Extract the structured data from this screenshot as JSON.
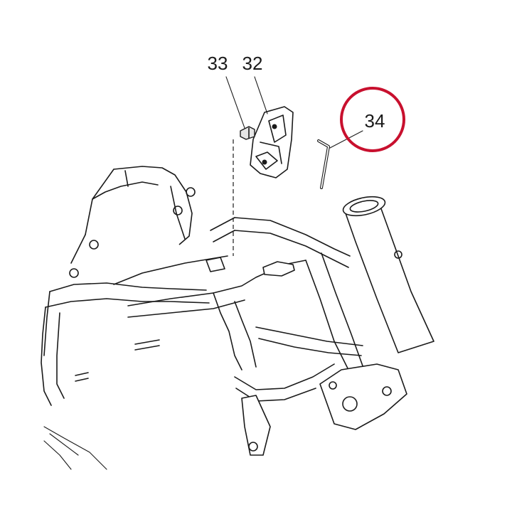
{
  "diagram": {
    "callouts": [
      {
        "id": "33",
        "label": "33"
      },
      {
        "id": "32",
        "label": "32"
      },
      {
        "id": "34",
        "label": "34"
      }
    ],
    "highlight_color": "#c8102e",
    "line_color": "#1a1a1a",
    "highlighted_callout": "34"
  }
}
